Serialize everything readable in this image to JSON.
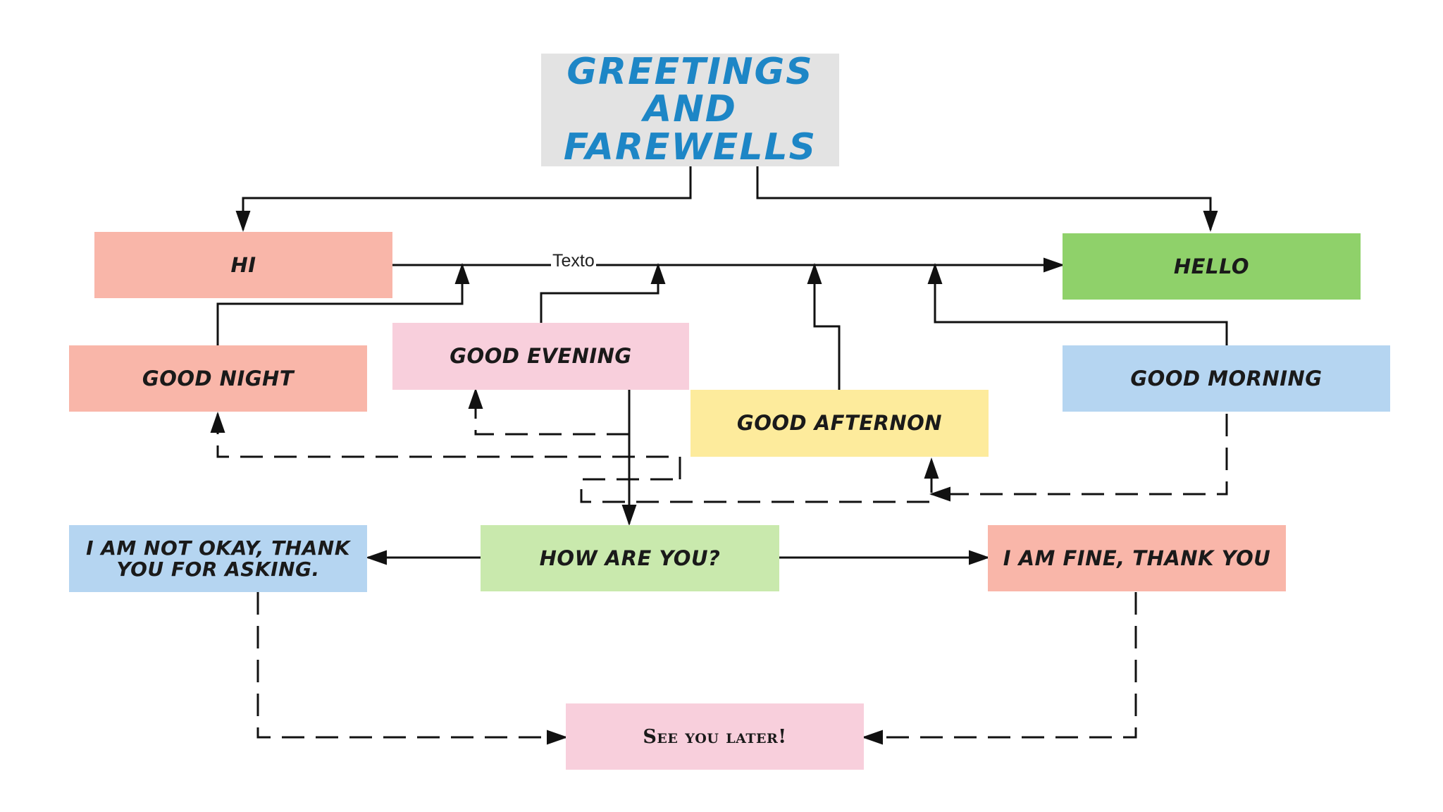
{
  "diagram": {
    "title": "GREETINGS\nAND\nFAREWELLS",
    "nodes": {
      "hi": "HI",
      "hello": "HELLO",
      "good_night": "GOOD NIGHT",
      "good_evening": "GOOD EVENING",
      "good_afternoon": "GOOD AFTERNON",
      "good_morning": "GOOD MORNING",
      "not_okay": "I AM NOT OKAY, THANK\nYOU FOR ASKING.",
      "how_are_you": "HOW ARE YOU?",
      "fine": "I AM FINE, THANK YOU",
      "see_you": "See you later!"
    },
    "edge_label": "Texto",
    "colors": {
      "title_bg": "#e3e3e3",
      "title_text": "#1d86c6",
      "salmon": "#f9b6a9",
      "green": "#8fd16a",
      "light_green": "#c9e9ad",
      "blue": "#b5d5f1",
      "pink": "#f8cfdc",
      "yellow": "#fdeb9c"
    }
  }
}
